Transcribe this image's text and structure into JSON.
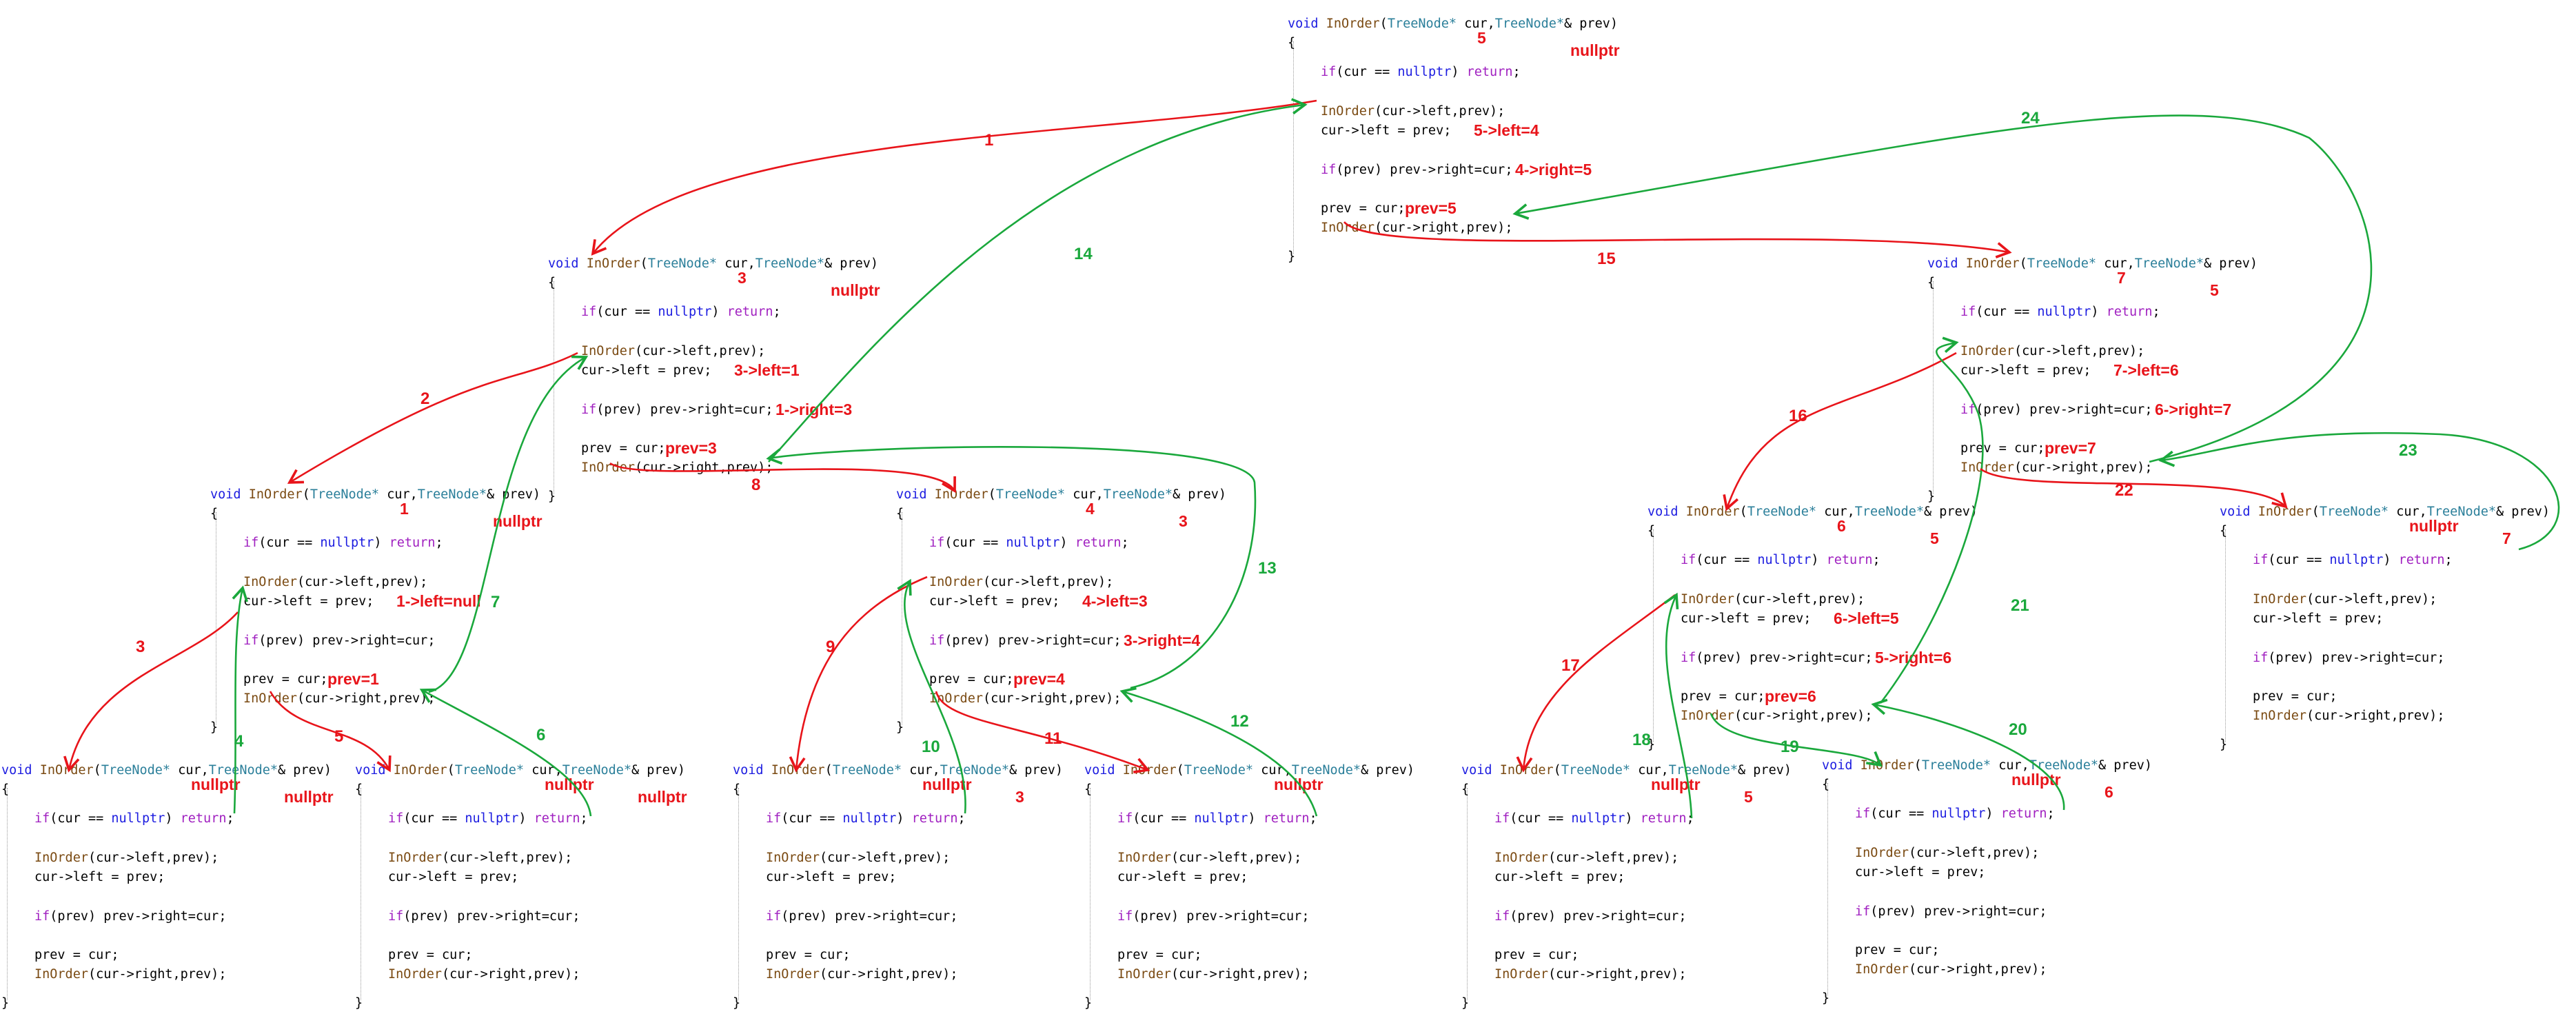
{
  "code_template": {
    "signature_void": "void",
    "signature_name": "InOrder",
    "signature_params_open": "(",
    "signature_type1": "TreeNode*",
    "signature_mid": " cur,",
    "signature_type2": "TreeNode*",
    "signature_tail": "& prev)",
    "open_brace": "{",
    "line_if_kw": "if",
    "line_if_rest": "(cur == ",
    "line_if_null": "nullptr",
    "line_if_close": ") ",
    "line_if_return": "return",
    "line_if_end": ";",
    "line_left_call_fn": "InOrder",
    "line_left_call_rest": "(cur->left,prev);",
    "line_assign_left": "cur->left = prev;",
    "line_prev_if_kw": "if",
    "line_prev_if_rest": "(prev) prev->right=cur;",
    "line_prev_assign": "prev = cur;",
    "line_right_call_fn": "InOrder",
    "line_right_call_rest": "(cur->right,prev);",
    "close_brace": "}"
  },
  "blocks": [
    {
      "id": "root",
      "cur": "5",
      "prev": "nullptr",
      "left_note": "5->left=4",
      "right_note": "4->right=5",
      "prev_note": "prev=5"
    },
    {
      "id": "n3",
      "cur": "3",
      "prev": "nullptr",
      "left_note": "3->left=1",
      "right_note": "1->right=3",
      "prev_note": "prev=3"
    },
    {
      "id": "n7",
      "cur": "7",
      "prev": "5",
      "left_note": "7->left=6",
      "right_note": "6->right=7",
      "prev_note": "prev=7"
    },
    {
      "id": "n1",
      "cur": "1",
      "prev": "nullptr",
      "left_note": "1->left=null",
      "right_note": "",
      "prev_note": "prev=1"
    },
    {
      "id": "n4",
      "cur": "4",
      "prev": "3",
      "left_note": "4->left=3",
      "right_note": "3->right=4",
      "prev_note": "prev=4"
    },
    {
      "id": "n6",
      "cur": "6",
      "prev": "5",
      "left_note": "6->left=5",
      "right_note": "5->right=6",
      "prev_note": "prev=6"
    },
    {
      "id": "n7r",
      "cur": "nullptr",
      "prev": "7",
      "left_note": "",
      "right_note": "",
      "prev_note": ""
    },
    {
      "id": "n1l",
      "cur": "nullptr",
      "prev": "nullptr",
      "left_note": "",
      "right_note": "",
      "prev_note": ""
    },
    {
      "id": "n1r",
      "cur": "nullptr",
      "prev": "nullptr",
      "left_note": "",
      "right_note": "",
      "prev_note": ""
    },
    {
      "id": "n4l",
      "cur": "nullptr",
      "prev": "3",
      "left_note": "",
      "right_note": "",
      "prev_note": ""
    },
    {
      "id": "n4r",
      "cur": "nullptr",
      "prev": "",
      "left_note": "",
      "right_note": "",
      "prev_note": ""
    },
    {
      "id": "n6l",
      "cur": "nullptr",
      "prev": "5",
      "left_note": "",
      "right_note": "",
      "prev_note": ""
    },
    {
      "id": "n6r",
      "cur": "nullptr",
      "prev": "6",
      "left_note": "",
      "right_note": "",
      "prev_note": ""
    }
  ],
  "steps": [
    {
      "label": "1",
      "color": "#e8141a"
    },
    {
      "label": "2",
      "color": "#e8141a"
    },
    {
      "label": "3",
      "color": "#e8141a"
    },
    {
      "label": "4",
      "color": "#1aa83c"
    },
    {
      "label": "5",
      "color": "#e8141a"
    },
    {
      "label": "6",
      "color": "#1aa83c"
    },
    {
      "label": "7",
      "color": "#1aa83c"
    },
    {
      "label": "8",
      "color": "#e8141a"
    },
    {
      "label": "9",
      "color": "#e8141a"
    },
    {
      "label": "10",
      "color": "#1aa83c"
    },
    {
      "label": "11",
      "color": "#e8141a"
    },
    {
      "label": "12",
      "color": "#1aa83c"
    },
    {
      "label": "13",
      "color": "#1aa83c"
    },
    {
      "label": "14",
      "color": "#1aa83c"
    },
    {
      "label": "15",
      "color": "#e8141a"
    },
    {
      "label": "16",
      "color": "#e8141a"
    },
    {
      "label": "17",
      "color": "#e8141a"
    },
    {
      "label": "18",
      "color": "#1aa83c"
    },
    {
      "label": "19",
      "color": "#1aa83c"
    },
    {
      "label": "20",
      "color": "#1aa83c"
    },
    {
      "label": "21",
      "color": "#1aa83c"
    },
    {
      "label": "22",
      "color": "#e8141a"
    },
    {
      "label": "23",
      "color": "#1aa83c"
    },
    {
      "label": "24",
      "color": "#1aa83c"
    }
  ]
}
